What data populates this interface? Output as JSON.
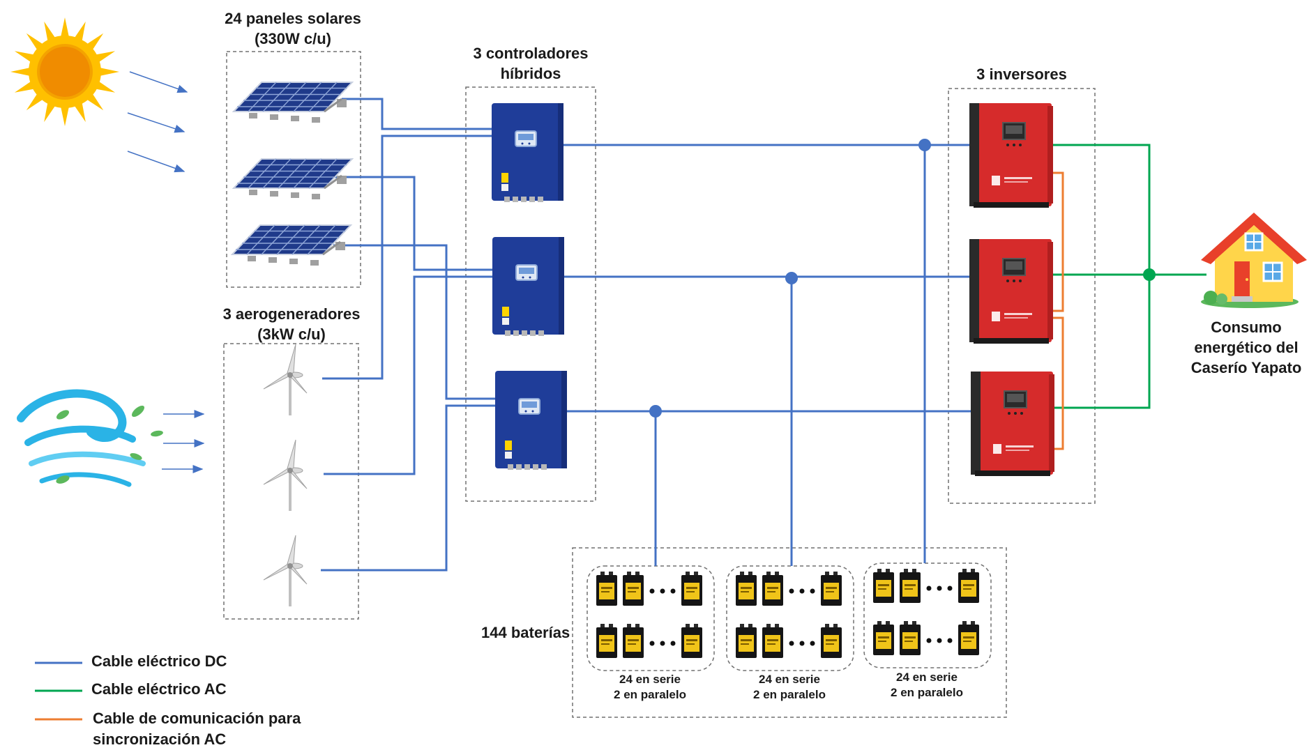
{
  "title": "",
  "groups": {
    "solar": {
      "label_line1": "24 paneles solares",
      "label_line2": "(330W c/u)",
      "count": 3
    },
    "wind": {
      "label_line1": "3 aerogeneradores",
      "label_line2": "(3kW c/u)",
      "count": 3
    },
    "controllers": {
      "label_line1": "3 controladores",
      "label_line2": "híbridos",
      "count": 3
    },
    "inverters": {
      "label_line1": "3 inversores",
      "count": 3
    },
    "batteries": {
      "label": "144 baterías"
    },
    "load": {
      "label_line1": "Consumo",
      "label_line2": "energético del",
      "label_line3": "Caserío Yapato"
    }
  },
  "battery_banks": [
    {
      "line1": "24 en serie",
      "line2": "2 en paralelo"
    },
    {
      "line1": "24 en serie",
      "line2": "2 en paralelo"
    },
    {
      "line1": "24 en serie",
      "line2": "2 en paralelo"
    }
  ],
  "legend": [
    {
      "label": "Cable eléctrico DC",
      "color": "#4472c4"
    },
    {
      "label": "Cable eléctrico AC",
      "color": "#00a650"
    },
    {
      "label_line1": "Cable de comunicación  para",
      "label_line2": "sincronización  AC",
      "color": "#ed7d31"
    }
  ],
  "colors": {
    "dc_cable": "#4472c4",
    "ac_cable": "#00a650",
    "comm_cable": "#ed7d31",
    "controller_body": "#1f3d99",
    "inverter_body": "#d62b2b",
    "sun": "#ffc000",
    "wind_swirl": "#2ab3e6"
  },
  "icons": [
    "sun-icon",
    "wind-icon",
    "solar-panel-icon",
    "wind-turbine-icon",
    "hybrid-controller-icon",
    "inverter-icon",
    "battery-icon",
    "house-icon"
  ]
}
